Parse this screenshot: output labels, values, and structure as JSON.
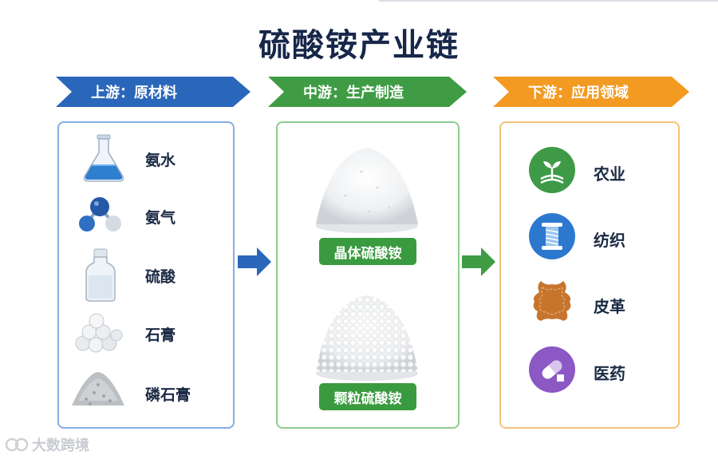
{
  "title": "硫酸铵产业链",
  "stages": {
    "upstream": "上游：原材料",
    "midstream": "中游：生产制造",
    "downstream": "下游：应用领域"
  },
  "upstream_items": [
    "氨水",
    "氨气",
    "硫酸",
    "石膏",
    "磷石膏"
  ],
  "midstream_items": [
    "晶体硫酸铵",
    "颗粒硫酸铵"
  ],
  "downstream_items": [
    "农业",
    "纺织",
    "皮革",
    "医药"
  ],
  "watermark": "大数跨境",
  "colors": {
    "upstream": "#2a67bb",
    "midstream": "#3f9c45",
    "downstream": "#f29a22",
    "title": "#17274a"
  },
  "icons": {
    "upstream": [
      "flask-icon",
      "molecule-icon",
      "bottle-icon",
      "gypsum-pile-icon",
      "phosphogypsum-pile-icon"
    ],
    "midstream": [
      "crystal-powder-image",
      "granule-image"
    ],
    "downstream": [
      "leaf-icon",
      "thread-spool-icon",
      "leather-hide-icon",
      "capsule-icon"
    ]
  }
}
